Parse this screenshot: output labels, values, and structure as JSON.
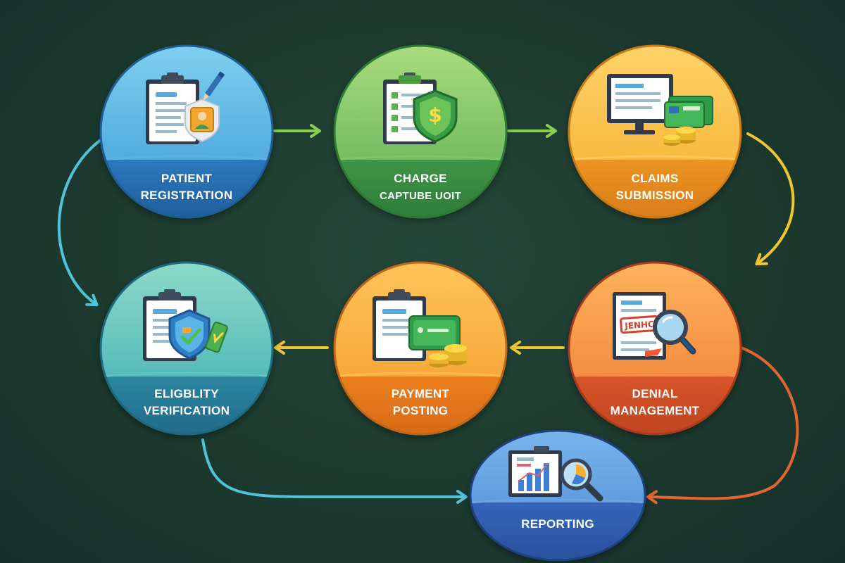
{
  "colors": {
    "background": "#1c3a2e",
    "blue": "#2f86c9",
    "green": "#4aa84a",
    "amber": "#f0a223",
    "teal": "#2aa6a8",
    "orange": "#ef8a22",
    "red_orange": "#e05b2a",
    "royal_blue": "#3b74c6"
  },
  "steps": [
    {
      "id": "patient_registration",
      "line1": "PATIENT",
      "line2": "REGISTRATION",
      "icon": "clipboard-id-badge-icon"
    },
    {
      "id": "charge_capture",
      "line1": "CHARGE",
      "line2": "CAPTUBE UOIT",
      "icon": "checklist-shield-dollar-icon"
    },
    {
      "id": "claims_submission",
      "line1": "CLAIMS",
      "line2": "SUBMISSION",
      "icon": "computer-card-coins-icon"
    },
    {
      "id": "eligibility_verification",
      "line1": "ELIGBLITY",
      "line2": "VERIFICATION",
      "icon": "clipboard-shield-check-icon"
    },
    {
      "id": "payment_posting",
      "line1": "PAYMENT",
      "line2": "POSTING",
      "icon": "clipboard-card-coins-icon"
    },
    {
      "id": "denial_management",
      "line1": "DENIAL",
      "line2": "MANAGEMENT",
      "icon": "document-stamp-magnifier-icon"
    },
    {
      "id": "reporting",
      "line1": "REPORTING",
      "line2": "",
      "icon": "chart-report-magnifier-icon"
    }
  ],
  "stamp_text": "JENHC"
}
